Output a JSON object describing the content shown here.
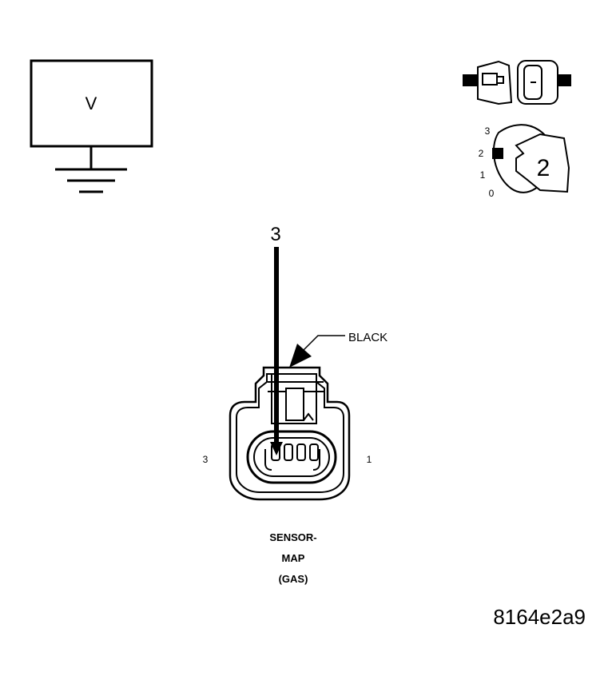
{
  "meter": {
    "symbol": "V"
  },
  "key_switch": {
    "positions": [
      "3",
      "2",
      "1",
      "0"
    ],
    "selected": "2"
  },
  "probe": {
    "pin_number": "3"
  },
  "connector": {
    "color_label": "BLACK",
    "pin_left": "3",
    "pin_right": "1",
    "name_lines": [
      "SENSOR-",
      "MAP",
      "(GAS)"
    ]
  },
  "figure_id": "8164e2a9"
}
